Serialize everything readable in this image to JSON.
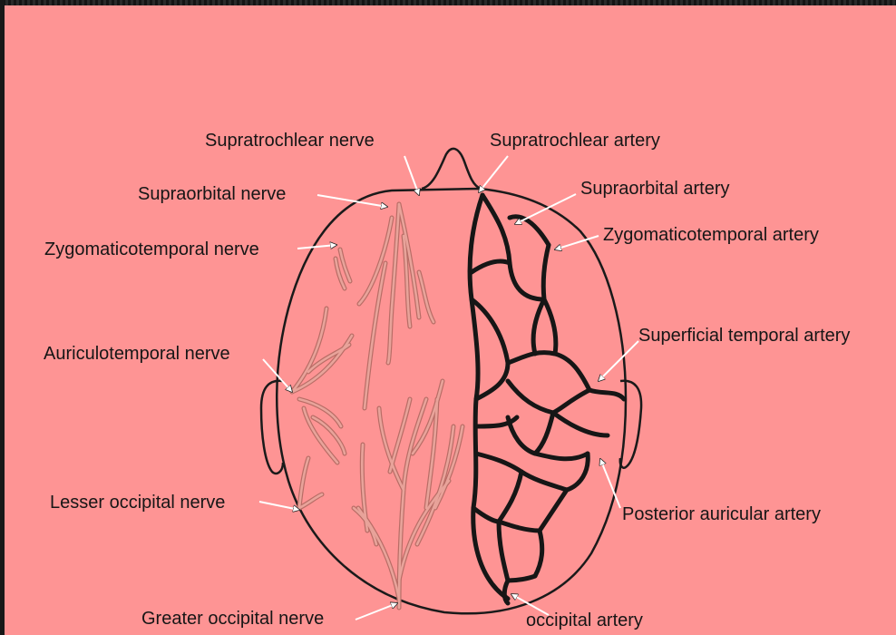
{
  "labels": {
    "supratrochlear_nerve": "Supratrochlear nerve",
    "supraorbital_nerve": "Supraorbital nerve",
    "zygomaticotemporal_nerve": "Zygomaticotemporal nerve",
    "auriculotemporal_nerve": "Auriculotemporal nerve",
    "lesser_occipital_nerve": "Lesser occipital nerve",
    "greater_occipital_nerve": "Greater occipital nerve",
    "supratrochlear_artery": "Supratrochlear artery",
    "supraorbital_artery": "Supraorbital artery",
    "zygomaticotemporal_artery": "Zygomaticotemporal artery",
    "superficial_temporal_artery": "Superficial temporal artery",
    "posterior_auricular_artery": "Posterior auricular artery",
    "occipital_artery": "occipital artery"
  },
  "colors": {
    "background": "#fe9494",
    "frame": "#1f1f1f",
    "outline": "#1a1a1a",
    "nerve": "#e39d92",
    "artery": "#161616"
  }
}
